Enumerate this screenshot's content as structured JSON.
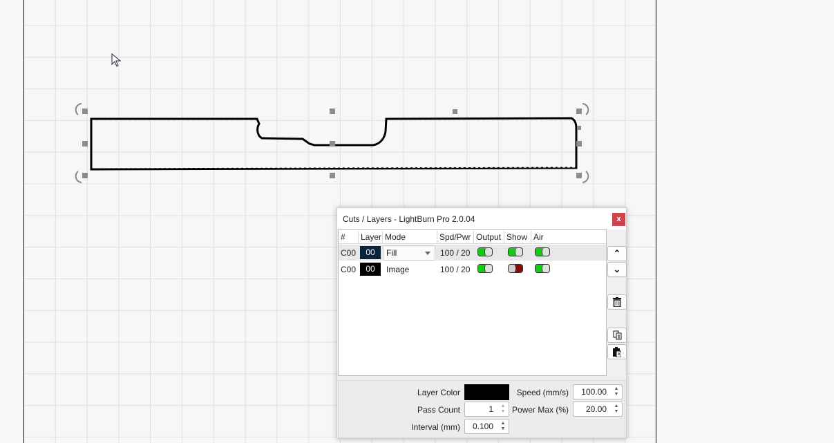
{
  "window": {
    "title": "Cuts / Layers - LightBurn Pro 2.0.04",
    "close_label": "x"
  },
  "table": {
    "headers": [
      "#",
      "Layer",
      "Mode",
      "Spd/Pwr",
      "Output",
      "Show",
      "Air"
    ],
    "rows": [
      {
        "num": "C00",
        "layer": "00",
        "layer_color": "#0b2339",
        "mode": "Fill",
        "spd_pwr": "100 / 20",
        "output": true,
        "show": true,
        "air": true
      },
      {
        "num": "C00",
        "layer": "00",
        "layer_color": "#000000",
        "mode": "Image",
        "spd_pwr": "100 / 20",
        "output": true,
        "show": false,
        "air": true
      }
    ]
  },
  "side_buttons": {
    "up": "⌃",
    "down": "⌄"
  },
  "settings": {
    "layer_color_label": "Layer Color",
    "layer_color": "#000000",
    "pass_count_label": "Pass Count",
    "pass_count": "1",
    "interval_label": "Interval (mm)",
    "interval": "0.100",
    "speed_label": "Speed (mm/s)",
    "speed": "100.00",
    "power_max_label": "Power Max (%)",
    "power_max": "20.00"
  }
}
